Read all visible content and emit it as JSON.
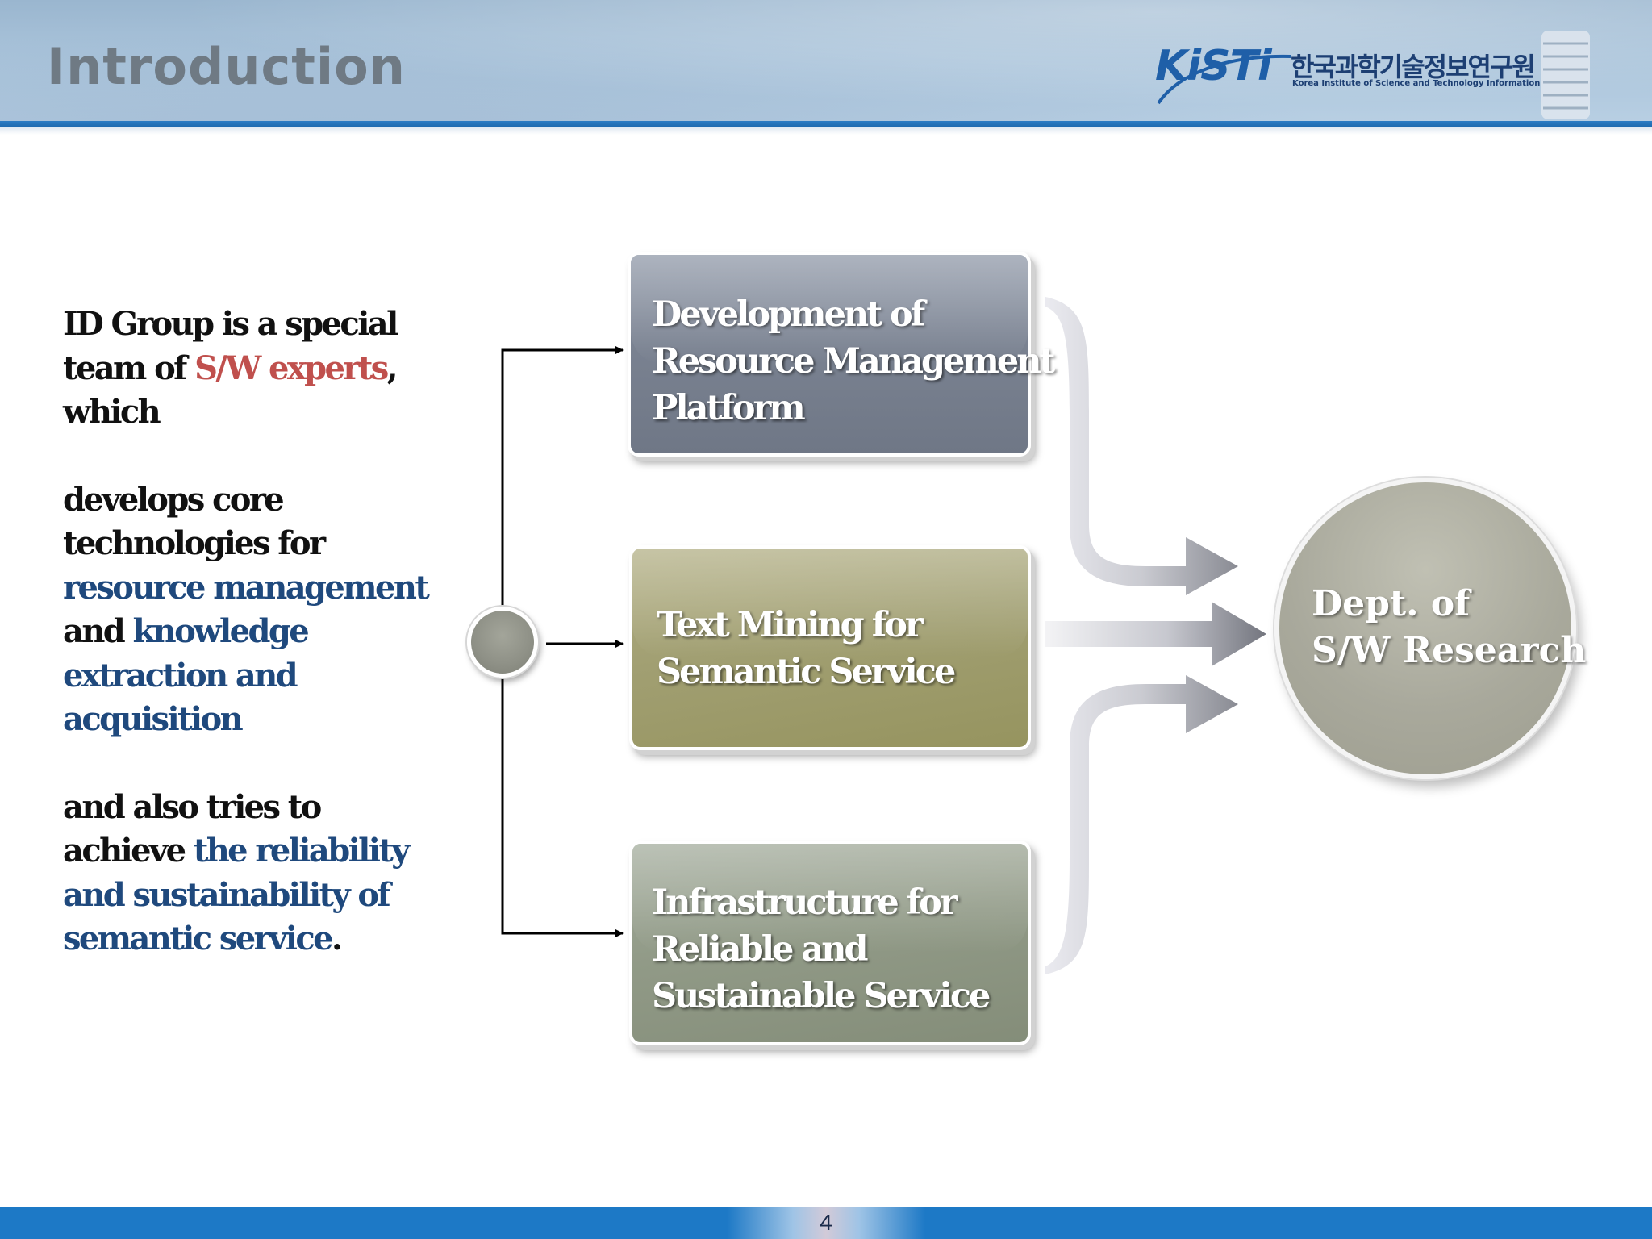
{
  "header": {
    "title": "Introduction",
    "logo": {
      "mark": "KiSTi",
      "korean_name": "한국과학기술정보연구원",
      "english_name": "Korea Institute of Science and Technology Information"
    }
  },
  "description": {
    "p1": {
      "a": "ID Group is a special team of ",
      "b": "S/W experts",
      "c": ", which"
    },
    "p2": {
      "a": "develops core technologies for ",
      "b": "resource management",
      "c": " and ",
      "d": "knowledge extraction and acquisition"
    },
    "p3": {
      "a": "and also tries to achieve ",
      "b": "the reliability and sustainability of semantic service",
      "c": "."
    }
  },
  "diagram": {
    "boxes": [
      {
        "lines": [
          "Development of",
          "Resource Management",
          "Platform"
        ],
        "color": "#7a8291"
      },
      {
        "lines": [
          "Text Mining for",
          "Semantic Service"
        ],
        "color": "#a19f72"
      },
      {
        "lines": [
          "Infrastructure for",
          "Reliable and",
          "Sustainable Service"
        ],
        "color": "#919a87"
      }
    ],
    "target": {
      "lines": [
        "Dept. of",
        "S/W Research"
      ],
      "color": "#a9a99c"
    }
  },
  "footer": {
    "page_number": "4"
  },
  "colors": {
    "accent_red": "#c0504d",
    "accent_blue": "#1f497d",
    "header_line": "#1f6bb0"
  }
}
